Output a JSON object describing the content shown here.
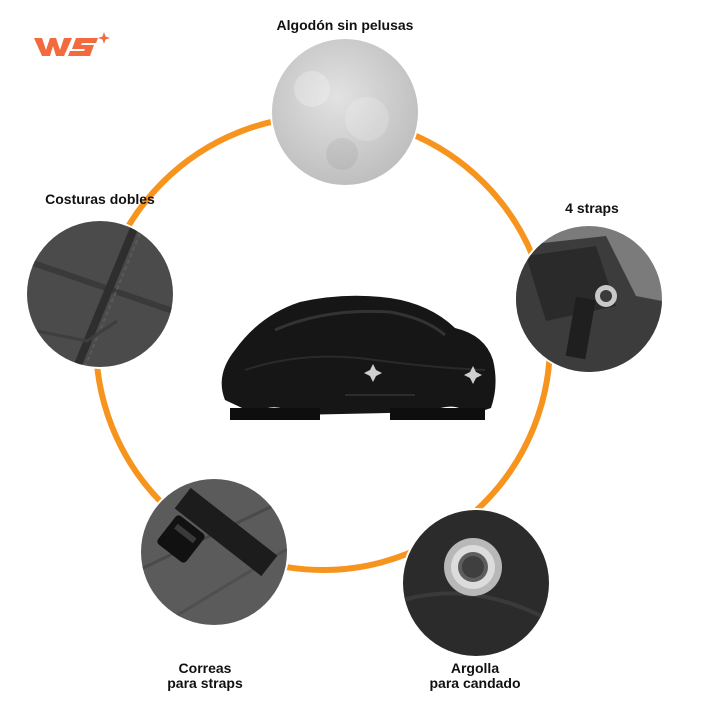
{
  "brand": {
    "logo_icon": "ws-logo-icon",
    "accent_color": "#f7941d"
  },
  "features": {
    "top": {
      "label": "Algodón sin pelusas"
    },
    "right": {
      "label": "4 straps"
    },
    "left": {
      "label": "Costuras dobles"
    },
    "bottom_left": {
      "line1": "Correas",
      "line2": "para straps"
    },
    "bottom_right": {
      "line1": "Argolla",
      "line2": "para candado"
    }
  },
  "center": {
    "image": "car-cover-image"
  }
}
